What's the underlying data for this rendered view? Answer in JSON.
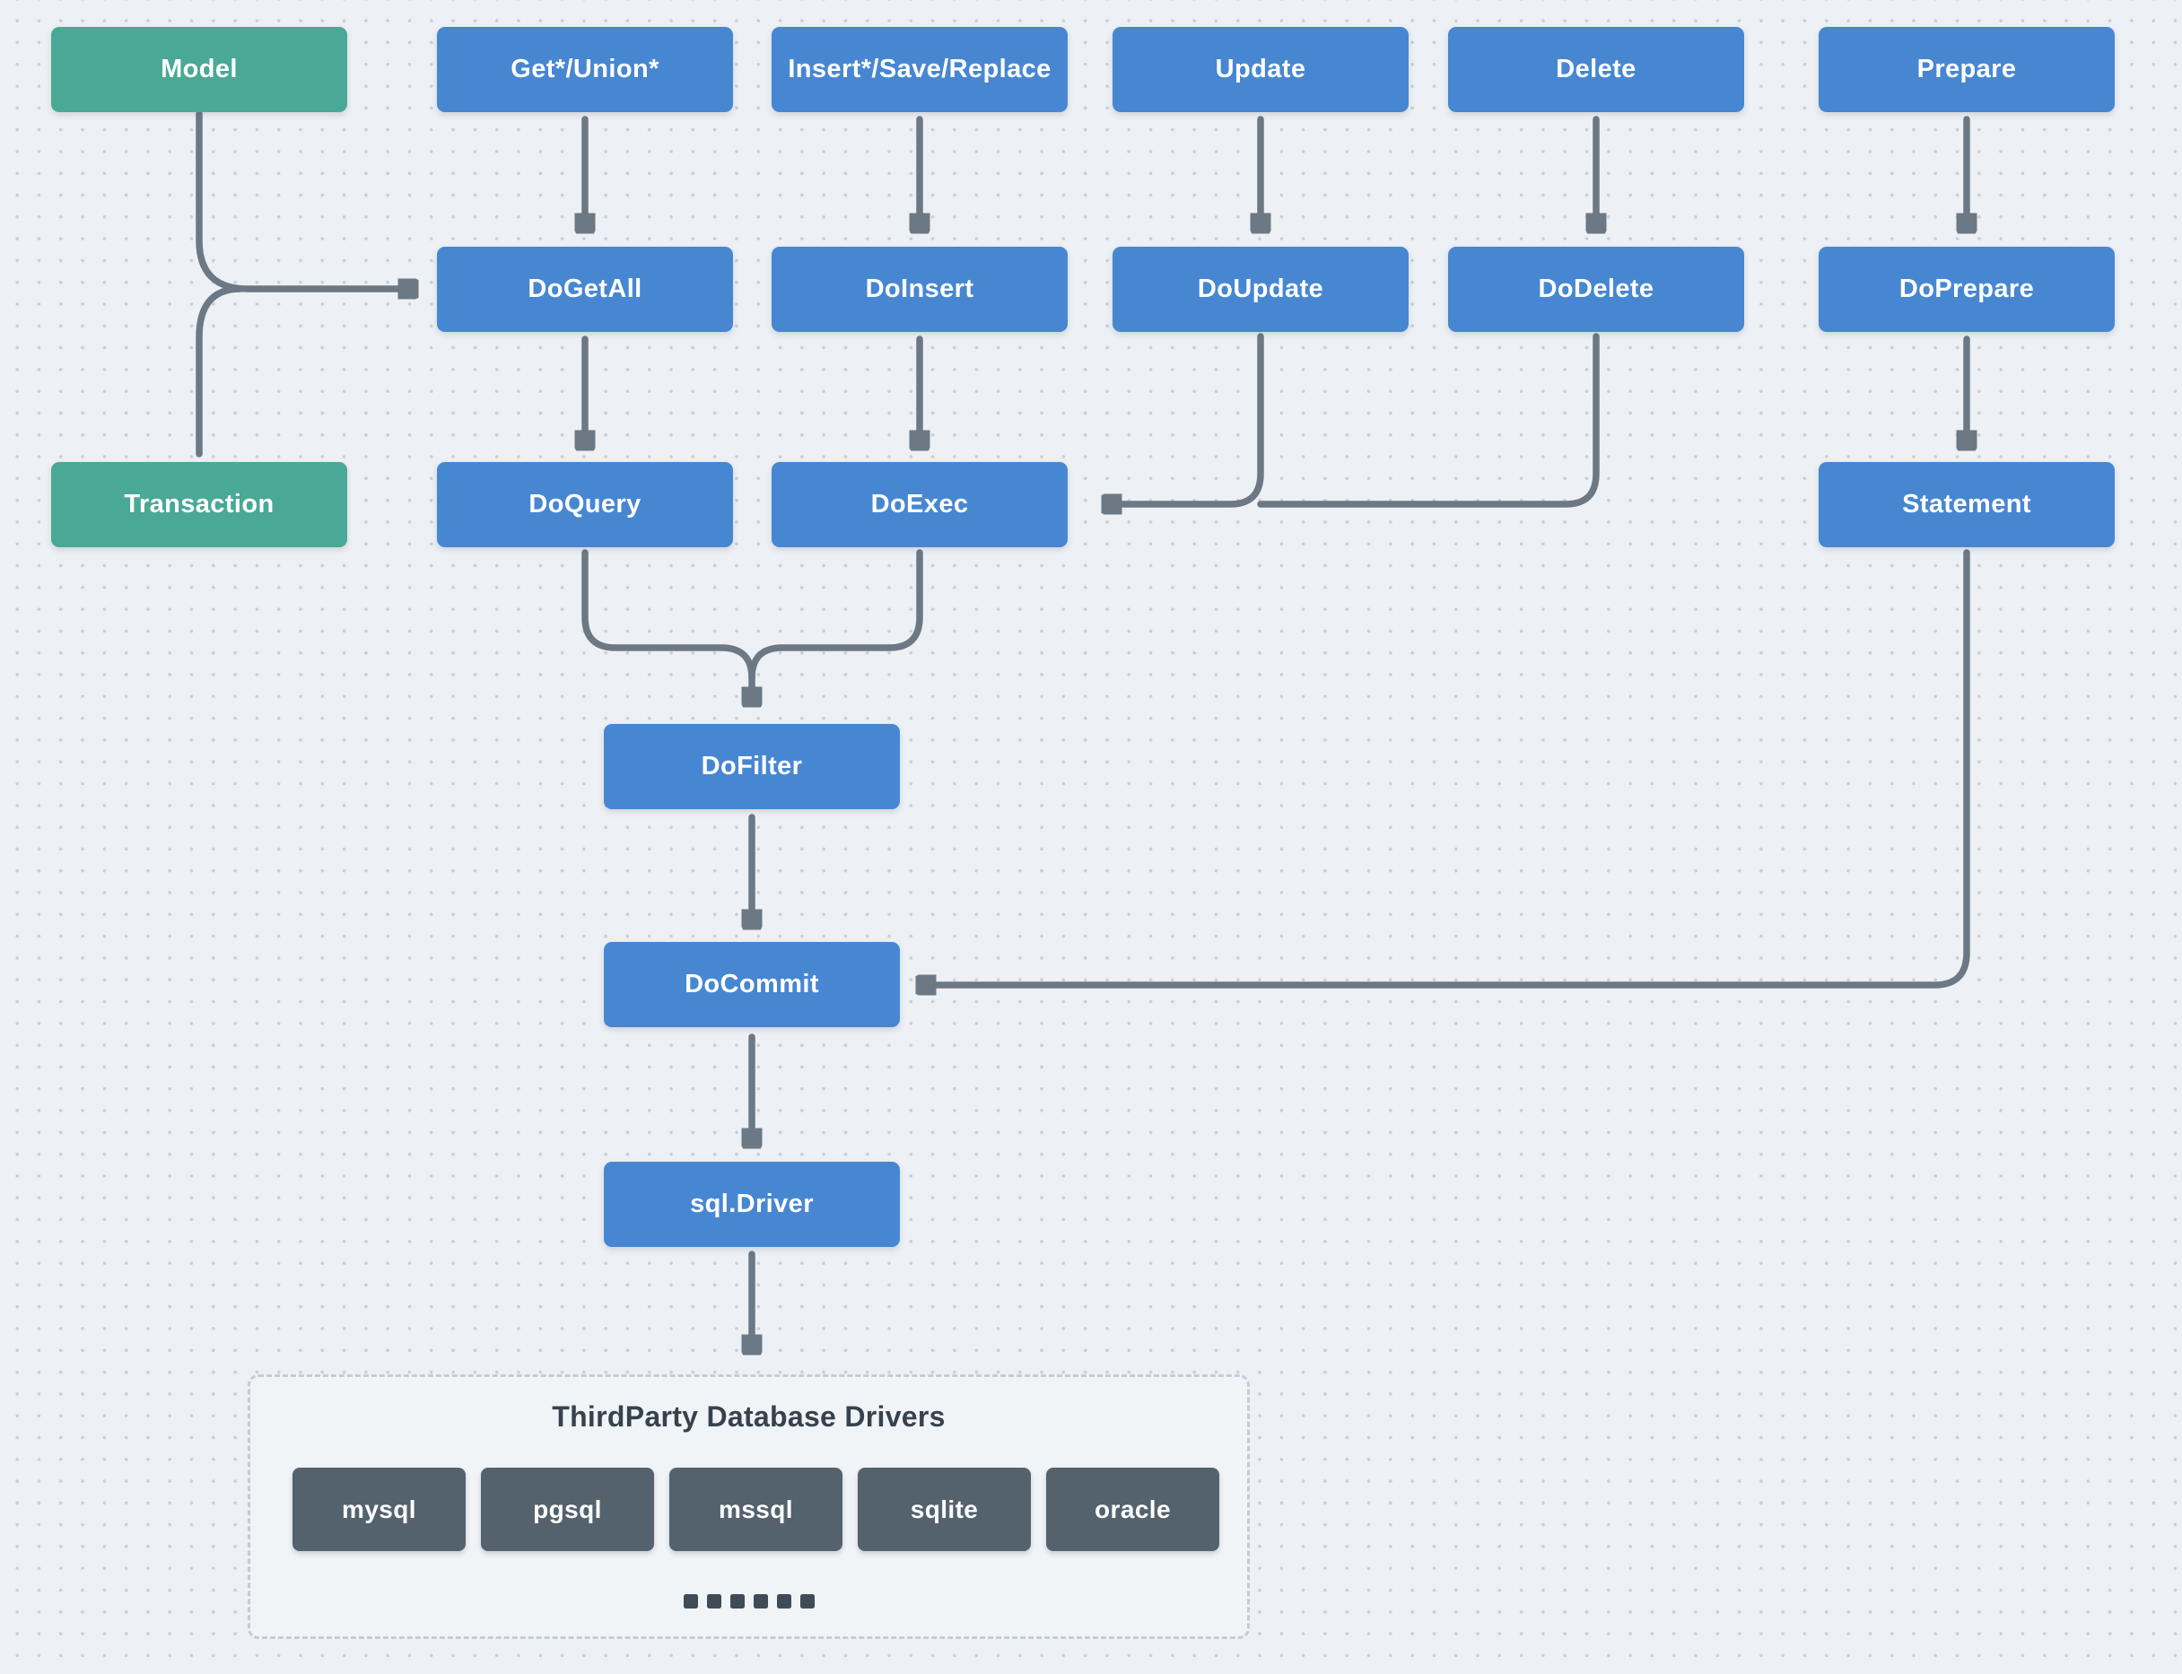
{
  "colors": {
    "node_blue": "#4787d2",
    "node_green": "#49a896",
    "driver_dark": "#54626e",
    "connector_gray": "#6d7885",
    "background": "#edf0f4",
    "dashed_border": "#c3ccd7",
    "title_text": "#36424e"
  },
  "nodes": {
    "model": "Model",
    "get_union": "Get*/Union*",
    "insert_save_replace": "Insert*/Save/Replace",
    "update": "Update",
    "delete": "Delete",
    "prepare": "Prepare",
    "do_get_all": "DoGetAll",
    "do_insert": "DoInsert",
    "do_update": "DoUpdate",
    "do_delete": "DoDelete",
    "do_prepare": "DoPrepare",
    "transaction": "Transaction",
    "do_query": "DoQuery",
    "do_exec": "DoExec",
    "statement": "Statement",
    "do_filter": "DoFilter",
    "do_commit": "DoCommit",
    "sql_driver": "sql.Driver"
  },
  "edges": [
    {
      "from": "Get*/Union*",
      "to": "DoGetAll"
    },
    {
      "from": "Insert*/Save/Replace",
      "to": "DoInsert"
    },
    {
      "from": "Update",
      "to": "DoUpdate"
    },
    {
      "from": "Delete",
      "to": "DoDelete"
    },
    {
      "from": "Prepare",
      "to": "DoPrepare"
    },
    {
      "from": "Model",
      "to": "Transaction"
    },
    {
      "from": "Model",
      "to": "DoGetAll"
    },
    {
      "from": "DoGetAll",
      "to": "DoQuery"
    },
    {
      "from": "DoInsert",
      "to": "DoExec"
    },
    {
      "from": "DoUpdate",
      "to": "DoExec"
    },
    {
      "from": "DoDelete",
      "to": "DoExec"
    },
    {
      "from": "DoPrepare",
      "to": "Statement"
    },
    {
      "from": "DoQuery",
      "to": "DoFilter"
    },
    {
      "from": "DoExec",
      "to": "DoFilter"
    },
    {
      "from": "DoFilter",
      "to": "DoCommit"
    },
    {
      "from": "Statement",
      "to": "DoCommit"
    },
    {
      "from": "DoCommit",
      "to": "sql.Driver"
    },
    {
      "from": "sql.Driver",
      "to": "ThirdParty Database Drivers"
    }
  ],
  "thirdparty": {
    "title": "ThirdParty Database Drivers",
    "drivers": [
      "mysql",
      "pgsql",
      "mssql",
      "sqlite",
      "oracle"
    ],
    "ellipsis": "......"
  }
}
